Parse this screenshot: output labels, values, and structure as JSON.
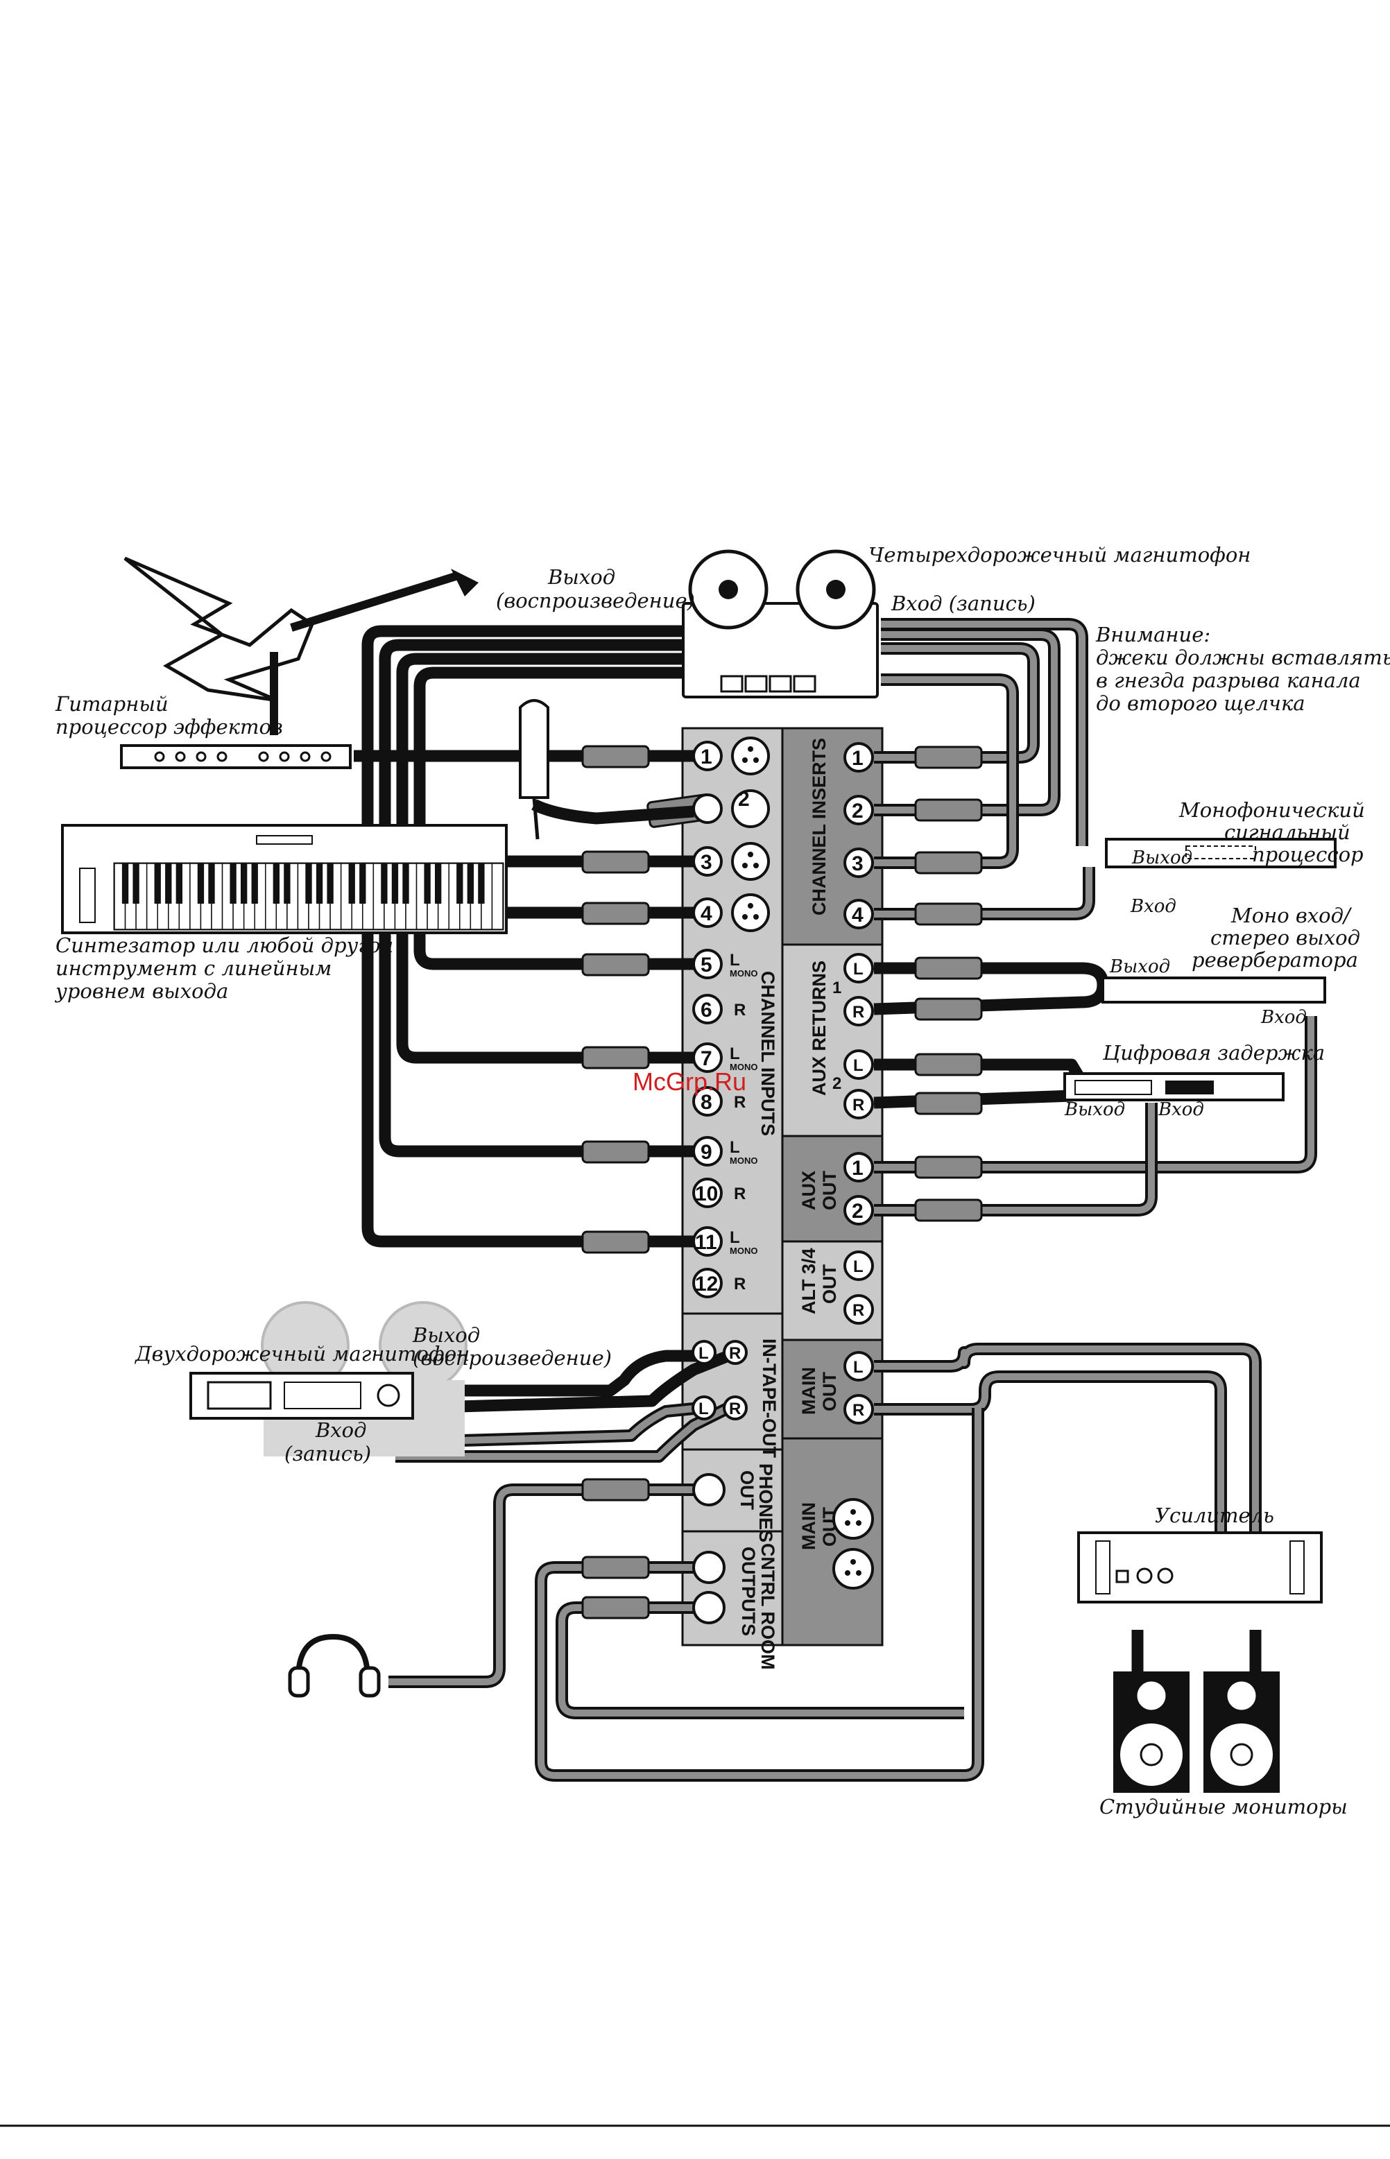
{
  "watermark": "McGrp.Ru",
  "devices": {
    "four_track": "Четырехдорожечный магнитофон",
    "playback_out": [
      "Выход",
      "(воспроизведение)"
    ],
    "record_in": "Вход (запись)",
    "note": [
      "Внимание:",
      "джеки должны вставляться",
      "в гнезда разрыва канала",
      "до второго щелчка"
    ],
    "guitar_fx": [
      "Гитарный",
      "процессор эффектов"
    ],
    "synth": [
      "Синтезатор или любой другой",
      "инструмент с линейным",
      "уровнем выхода"
    ],
    "mono_processor": [
      "Монофонический",
      "сигнальный",
      "процессор"
    ],
    "mono_out": "Выход",
    "mono_in": "Вход",
    "reverb": [
      "Моно вход/",
      "стерео выход",
      "ревербератора"
    ],
    "reverb_out": "Выход",
    "reverb_in": "Вход",
    "delay": "Цифровая задержка",
    "delay_out": "Выход",
    "delay_in": "Вход",
    "two_track": "Двухдорожечный магнитофон",
    "two_track_out": [
      "Выход",
      "(воспроизведение)"
    ],
    "two_track_in": [
      "Вход",
      "(запись)"
    ],
    "amplifier": "Усилитель",
    "monitors": "Студийные мониторы"
  },
  "mixer": {
    "sections": {
      "channel_inputs": "CHANNEL    INPUTS",
      "channel_inserts": "CHANNEL INSERTS",
      "aux_returns": "AUX RETURNS",
      "aux_out": [
        "AUX",
        "OUT"
      ],
      "alt_out": [
        "ALT 3/4",
        "OUT"
      ],
      "in_tape_out": "IN-TAPE-OUT",
      "main_out": [
        "MAIN",
        "OUT"
      ],
      "phones_out": [
        "PHONES",
        "OUT"
      ],
      "main_out_xlr": [
        "MAIN",
        "OUT"
      ],
      "cntrl_room": [
        "CNTRL ROOM",
        "OUTPUTS"
      ]
    },
    "inputs": [
      "1",
      "2",
      "3",
      "4",
      "5",
      "6",
      "7",
      "8",
      "9",
      "10",
      "11",
      "12"
    ],
    "input_suffix": [
      "",
      "",
      "",
      "",
      "L",
      "R",
      "L",
      "R",
      "L",
      "R",
      "L",
      "R"
    ],
    "mono_tag": "MONO",
    "inserts": [
      "1",
      "2",
      "3",
      "4"
    ],
    "aux_returns": [
      "L",
      "R",
      "L",
      "R"
    ],
    "aux_return_group": [
      "1",
      "2"
    ],
    "aux_out": [
      "1",
      "2"
    ],
    "alt_out": [
      "L",
      "R"
    ],
    "tape": [
      "L",
      "R"
    ],
    "main_out": [
      "L",
      "R"
    ]
  }
}
